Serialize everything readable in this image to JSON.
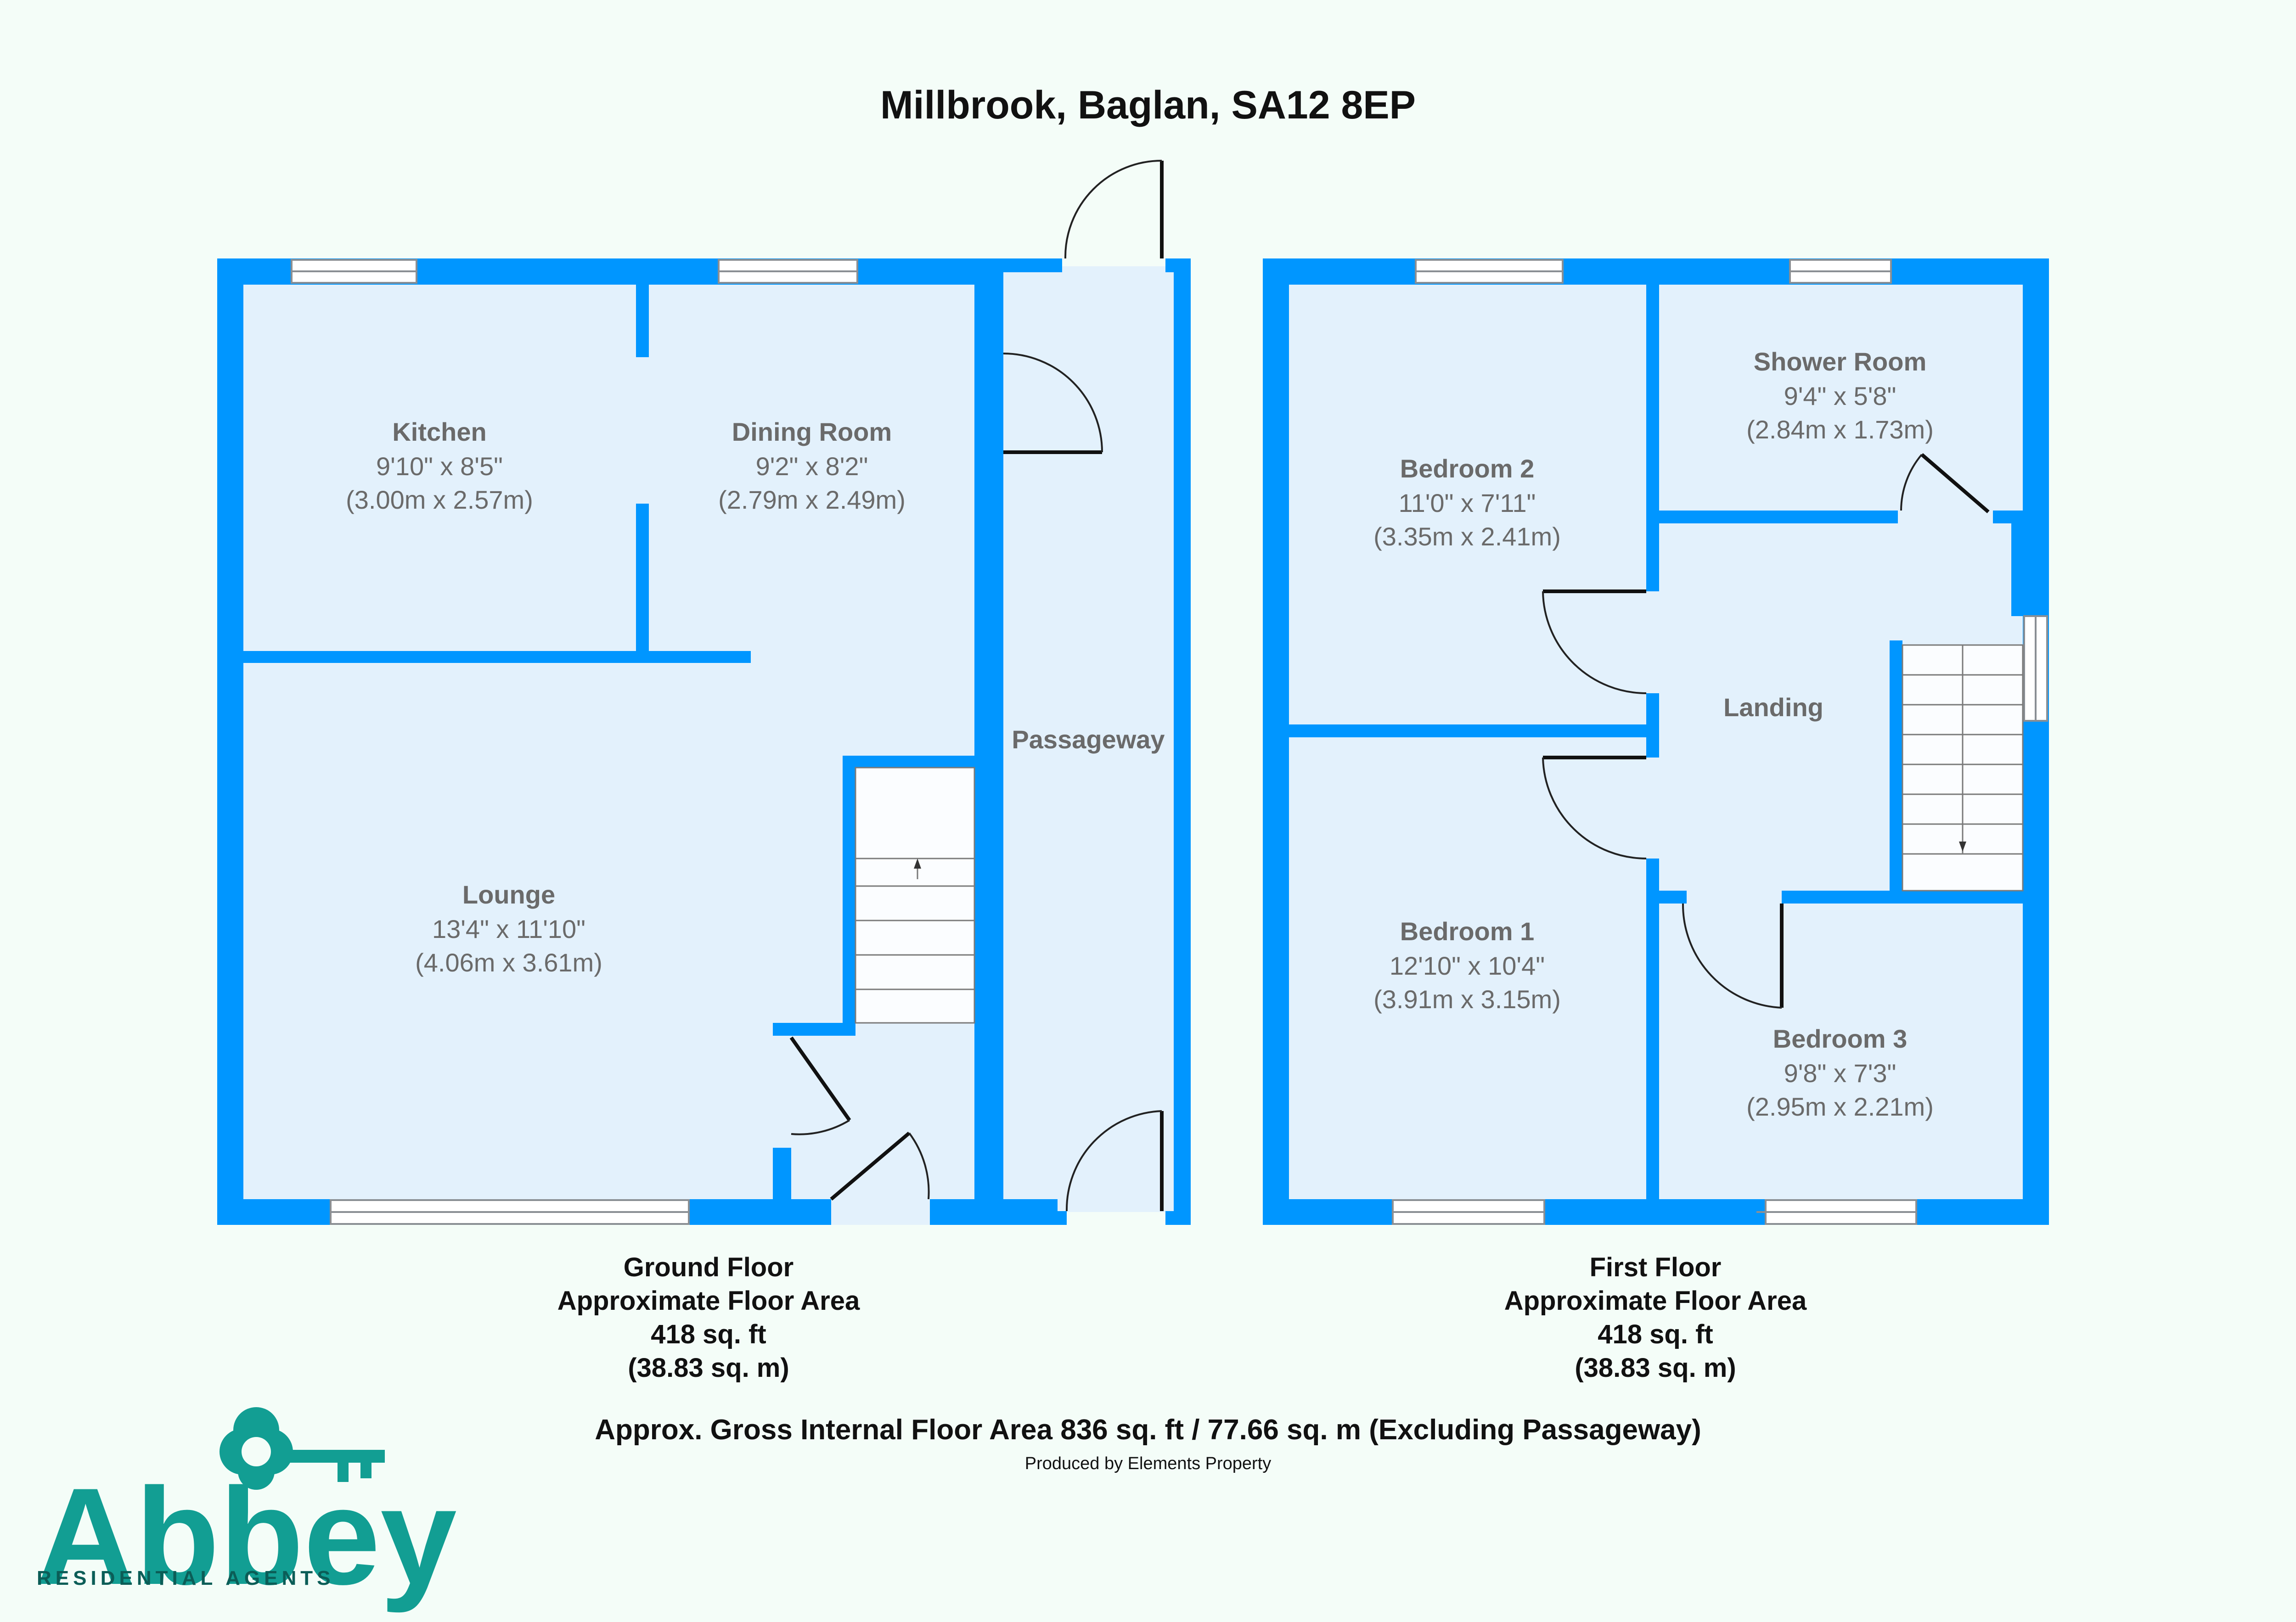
{
  "title": "Millbrook, Baglan, SA12 8EP",
  "rooms": {
    "kitchen": {
      "name": "Kitchen",
      "imperial": "9'10\" x 8'5\"",
      "metric": "(3.00m x 2.57m)"
    },
    "dining": {
      "name": "Dining Room",
      "imperial": "9'2\" x 8'2\"",
      "metric": "(2.79m x 2.49m)"
    },
    "lounge": {
      "name": "Lounge",
      "imperial": "13'4\" x 11'10\"",
      "metric": "(4.06m x 3.61m)"
    },
    "passageway": {
      "name": "Passageway"
    },
    "bedroom2": {
      "name": "Bedroom 2",
      "imperial": "11'0\" x 7'11\"",
      "metric": "(3.35m x 2.41m)"
    },
    "shower": {
      "name": "Shower Room",
      "imperial": "9'4\" x 5'8\"",
      "metric": "(2.84m x 1.73m)"
    },
    "landing": {
      "name": "Landing"
    },
    "bedroom1": {
      "name": "Bedroom 1",
      "imperial": "12'10\" x 10'4\"",
      "metric": "(3.91m x 3.15m)"
    },
    "bedroom3": {
      "name": "Bedroom 3",
      "imperial": "9'8\" x 7'3\"",
      "metric": "(2.95m x 2.21m)"
    }
  },
  "floors": {
    "ground": {
      "name": "Ground Floor",
      "label": "Approximate Floor Area",
      "sqft": "418 sq. ft",
      "sqm": "(38.83 sq. m)"
    },
    "first": {
      "name": "First Floor",
      "label": "Approximate Floor Area",
      "sqft": "418 sq. ft",
      "sqm": "(38.83 sq. m)"
    }
  },
  "gross_area": "Approx. Gross Internal Floor Area 836 sq. ft / 77.66 sq. m (Excluding Passageway)",
  "produced_by": "Produced by Elements Property",
  "logo": {
    "brand": "Abbey",
    "tagline": "RESIDENTIAL AGENTS",
    "icon": "key-icon"
  },
  "colors": {
    "wall": "#0096ff",
    "room": "#e3f1fc",
    "background": "#f4fdf8",
    "brand": "#129e93"
  }
}
